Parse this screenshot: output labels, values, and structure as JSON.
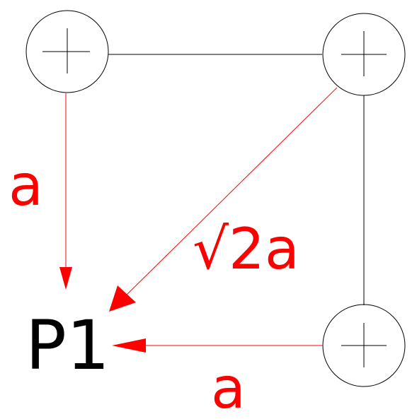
{
  "point_label": "P1",
  "distances": {
    "top_left_to_p1": "a",
    "top_right_to_p1": "√2a",
    "bottom_right_to_p1": "a"
  },
  "icons": {
    "top_left": "plus-in-circle-icon",
    "top_right": "plus-in-circle-icon",
    "bottom_right": "plus-in-circle-icon"
  },
  "colors": {
    "arrow": "#ff0000",
    "label": "#ff0000",
    "point_label": "#000000",
    "line": "#000000"
  }
}
